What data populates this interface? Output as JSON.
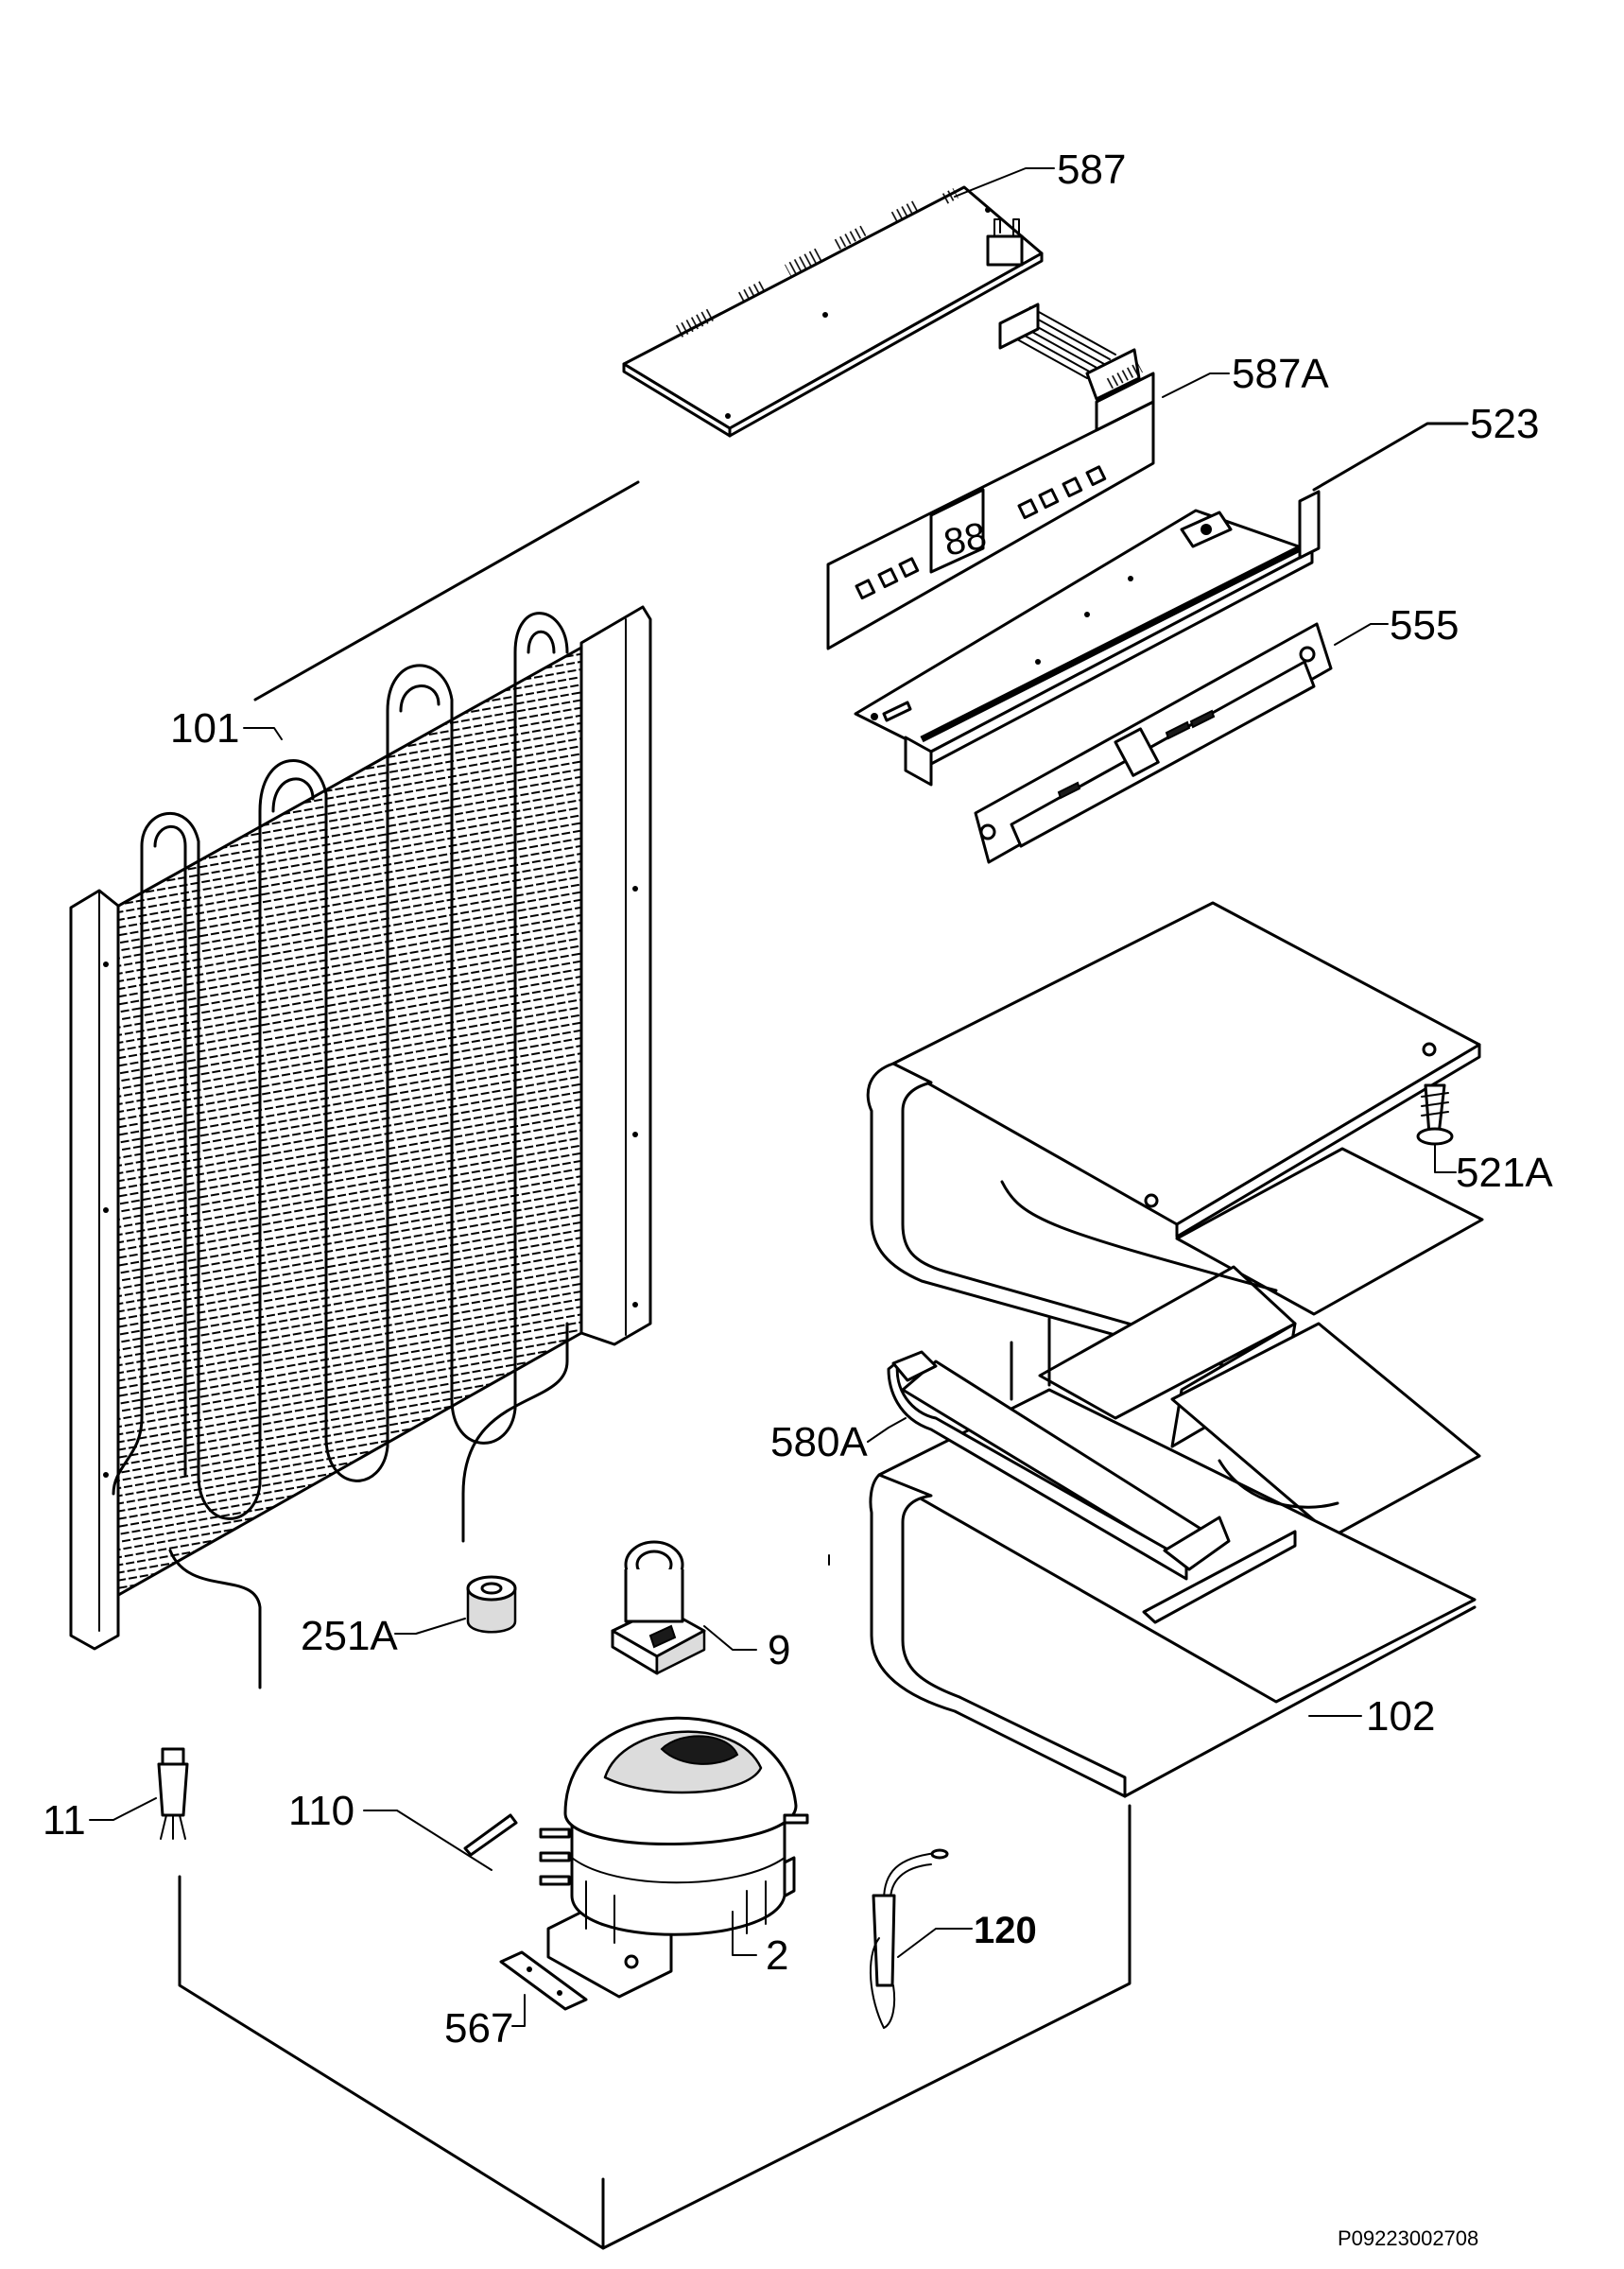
{
  "labels": [
    {
      "id": "587",
      "text": "587"
    },
    {
      "id": "587A",
      "text": "587A"
    },
    {
      "id": "523",
      "text": "523"
    },
    {
      "id": "555",
      "text": "555"
    },
    {
      "id": "101",
      "text": "101"
    },
    {
      "id": "521A",
      "text": "521A"
    },
    {
      "id": "580A",
      "text": "580A"
    },
    {
      "id": "251A",
      "text": "251A"
    },
    {
      "id": "9",
      "text": "9"
    },
    {
      "id": "102",
      "text": "102"
    },
    {
      "id": "11",
      "text": "11"
    },
    {
      "id": "110",
      "text": "110"
    },
    {
      "id": "2",
      "text": "2"
    },
    {
      "id": "120",
      "text": "120"
    },
    {
      "id": "567",
      "text": "567"
    }
  ],
  "drawing_code": "P09223002708"
}
